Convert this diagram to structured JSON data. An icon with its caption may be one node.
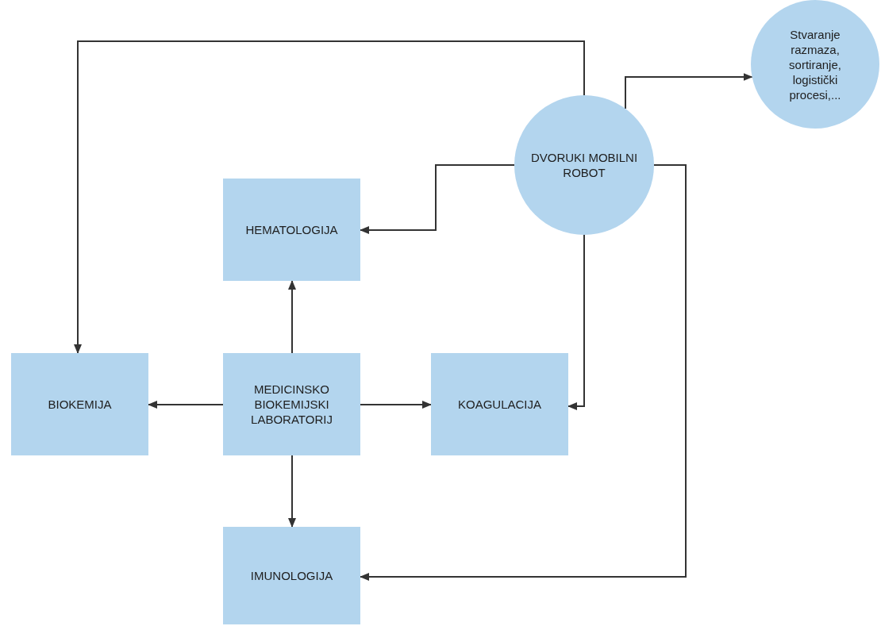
{
  "diagram": {
    "nodes": [
      {
        "text": [
          "Stvaranje razmaza, sortiranje, logistički procesi,..."
        ]
      },
      {
        "text": [
          "DVORUKI MOBILNI ROBOT"
        ]
      },
      {
        "text": [
          "HEMATOLOGIJA"
        ]
      },
      {
        "text": [
          "BIOKEMIJA"
        ]
      },
      {
        "text": [
          "MEDICINSKO BIOKEMIJSKI LABORATORIJ"
        ]
      },
      {
        "text": [
          "KOAGULACIJA"
        ]
      },
      {
        "text": [
          "IMUNOLOGIJA"
        ]
      }
    ],
    "edges": [
      {
        "from": 1,
        "to": 3,
        "arrow": "to"
      },
      {
        "from": 1,
        "to": 0,
        "arrow": "to"
      },
      {
        "from": 1,
        "to": 2,
        "arrow": "to"
      },
      {
        "from": 1,
        "to": 5,
        "arrow": "to"
      },
      {
        "from": 1,
        "to": 6,
        "arrow": "to"
      },
      {
        "from": 4,
        "to": 2,
        "arrow": "to"
      },
      {
        "from": 4,
        "to": 3,
        "arrow": "to"
      },
      {
        "from": 4,
        "to": 5,
        "arrow": "to"
      },
      {
        "from": 4,
        "to": 6,
        "arrow": "to"
      }
    ]
  }
}
